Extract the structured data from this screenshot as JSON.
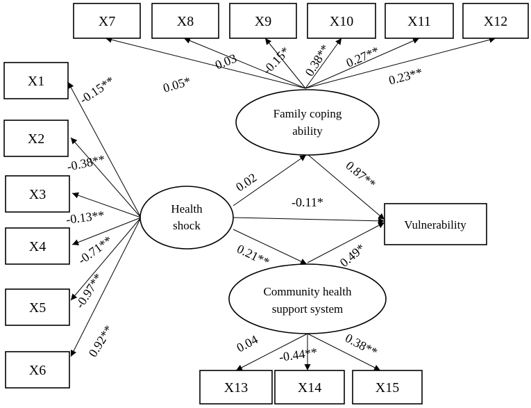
{
  "indicators": {
    "x1": "X1",
    "x2": "X2",
    "x3": "X3",
    "x4": "X4",
    "x5": "X5",
    "x6": "X6",
    "x7": "X7",
    "x8": "X8",
    "x9": "X9",
    "x10": "X10",
    "x11": "X11",
    "x12": "X12",
    "x13": "X13",
    "x14": "X14",
    "x15": "X15"
  },
  "latent": {
    "health_shock": [
      "Health",
      "shock"
    ],
    "family_coping": [
      "Family coping",
      "ability"
    ],
    "community_support": [
      "Community health",
      "support system"
    ]
  },
  "outcome": {
    "label": "Vulnerability"
  },
  "loadings": {
    "health_shock": [
      "-0.15**",
      "-0.38**",
      "-0.13**",
      "-0.71**",
      "-0.97**",
      "0.92**"
    ],
    "family_coping": [
      "0.05*",
      "0.03",
      "-0.15*",
      "0.38**",
      "0.27**",
      "0.23**"
    ],
    "community_support": [
      "0.04",
      "-0.44**",
      "0.38**"
    ]
  },
  "paths": {
    "health_to_family": "0.02",
    "health_to_vulnerability": "-0.11*",
    "health_to_community": "0.21**",
    "family_to_vulnerability": "0.87**",
    "community_to_vulnerability": "0.49*"
  }
}
